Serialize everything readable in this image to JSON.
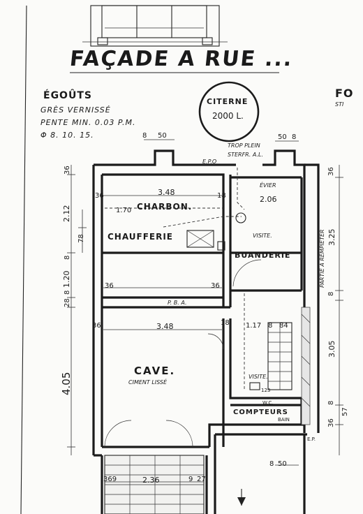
{
  "title": "FAÇADE A RUE ...",
  "sewer": {
    "heading": "ÉGOÛTS",
    "line1": "GRÈS VERNISSÉ",
    "line2": "PENTE MIN. 0.03 P.M.",
    "line3": "Φ 8. 10. 15."
  },
  "cistern": {
    "label": "CITERNE",
    "capacity": "2000 L."
  },
  "corner_fragment": {
    "top": "FO",
    "sub": "STI"
  },
  "notes": {
    "overflow": "TROP PLEIN",
    "overflow2": "STERFR. A.L.",
    "epo": "E.P.O",
    "evier": "ÉVIER",
    "visite1": "VISITE.",
    "visite2": "VISITE.",
    "pba": "P. B. A.",
    "partie": "PARTIE A REMPIÉTER",
    "ep": "E.P.",
    "wc": "W.C.",
    "bain": "BAIN",
    "ciment": "CIMENT LISSÉ"
  },
  "rooms": {
    "charbon": "CHARBON.",
    "chaufferie": "CHAUFFERIE",
    "buanderie": "BUANDERIE",
    "cave": "CAVE.",
    "compteurs": "COMPTEURS"
  },
  "dims": {
    "top_left": "8",
    "top_50": "50",
    "top_right_50": "50",
    "top_right_8": "8",
    "charbon_w": "3.48",
    "charbon_36": "36",
    "charbon_18": "18",
    "inner_170": "1.70",
    "buanderie_w": "2.06",
    "left_36": "36",
    "left_212": "2.12",
    "left_78": "78",
    "left_8a": "8",
    "left_120": "1.20",
    "left_8b": "8",
    "left_28": "28",
    "left_405": "4.05",
    "mid_36a": "36",
    "mid_36b": "36",
    "cave_36": "36",
    "cave_w": "3.48",
    "cave_18": "18",
    "stair_117": "1.17",
    "stair_8": "8",
    "stair_84": "84",
    "stair_123": "123",
    "right_36": "36",
    "right_325": "3.25",
    "right_8": "8",
    "right_305": "3.05",
    "right_8b": "8",
    "right_36b": "36",
    "right_57": "57",
    "bot_8": "8",
    "bot_50": "50",
    "bot_369": "369",
    "bot_236": "2.36",
    "bot_9": "9",
    "bot_27": "27"
  }
}
